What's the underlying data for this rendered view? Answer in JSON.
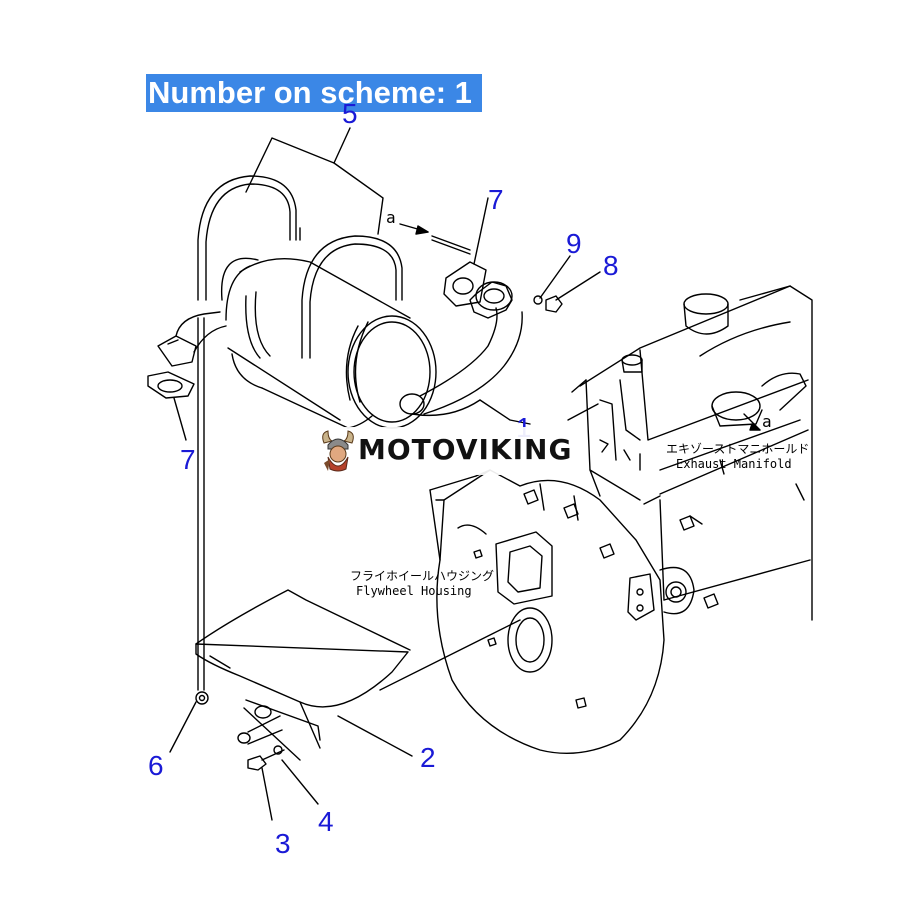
{
  "banner": {
    "text": "Number on scheme: 1"
  },
  "callouts": {
    "c1": "1",
    "c2": "2",
    "c3": "3",
    "c4": "4",
    "c5": "5",
    "c6": "6",
    "c7a": "7",
    "c7b": "7",
    "c8": "8",
    "c9": "9"
  },
  "view_markers": {
    "a_left": "a",
    "a_right": "a"
  },
  "labels": {
    "exhaust_manifold_jp": "エキゾーストマニホールド",
    "exhaust_manifold_en": "Exhaust Manifold",
    "flywheel_housing_jp": "フライホイールハウジング",
    "flywheel_housing_en": "Flywheel Housing"
  },
  "watermark": {
    "text": "MOTOVIKING"
  },
  "colors": {
    "banner_bg": "#3b87e6",
    "callout": "#1a1ad6",
    "line": "#000000"
  }
}
